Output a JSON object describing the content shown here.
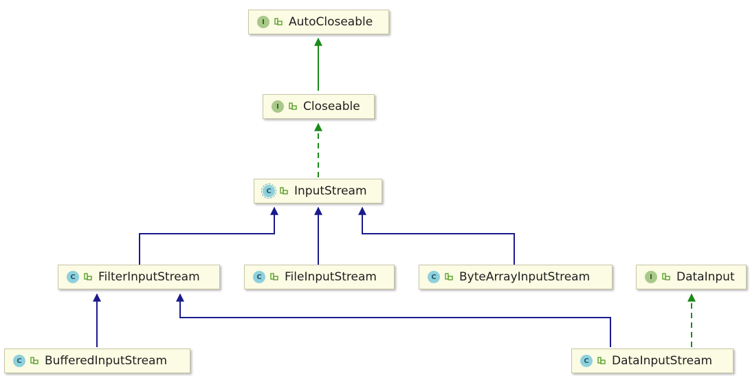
{
  "diagram": {
    "colors": {
      "node_fill": "#fcfbe4",
      "node_border": "#c6c4a4",
      "implements_edge": "#1a8a1a",
      "extends_edge": "#1a1a8c",
      "interface_badge": "#a8c98a",
      "class_badge": "#8fd0dc"
    },
    "nodes": [
      {
        "id": "autocloseable",
        "label": "AutoCloseable",
        "kind": "interface",
        "badge": "I",
        "access_icon": "public-icon"
      },
      {
        "id": "closeable",
        "label": "Closeable",
        "kind": "interface",
        "badge": "I",
        "access_icon": "public-icon"
      },
      {
        "id": "inputstream",
        "label": "InputStream",
        "kind": "abstract-class",
        "badge": "C",
        "access_icon": "public-icon"
      },
      {
        "id": "filterinputstream",
        "label": "FilterInputStream",
        "kind": "class",
        "badge": "C",
        "access_icon": "public-icon"
      },
      {
        "id": "fileinputstream",
        "label": "FileInputStream",
        "kind": "class",
        "badge": "C",
        "access_icon": "public-icon"
      },
      {
        "id": "bytearrayinputstream",
        "label": "ByteArrayInputStream",
        "kind": "class",
        "badge": "C",
        "access_icon": "public-icon"
      },
      {
        "id": "datainput",
        "label": "DataInput",
        "kind": "interface",
        "badge": "I",
        "access_icon": "public-icon"
      },
      {
        "id": "bufferedinputstream",
        "label": "BufferedInputStream",
        "kind": "class",
        "badge": "C",
        "access_icon": "public-icon"
      },
      {
        "id": "datainputstream",
        "label": "DataInputStream",
        "kind": "class",
        "badge": "C",
        "access_icon": "public-icon"
      }
    ],
    "edges": [
      {
        "from": "closeable",
        "to": "autocloseable",
        "relation": "extends-interface",
        "style": "solid-green"
      },
      {
        "from": "inputstream",
        "to": "closeable",
        "relation": "implements",
        "style": "dashed-green"
      },
      {
        "from": "filterinputstream",
        "to": "inputstream",
        "relation": "extends",
        "style": "solid-blue"
      },
      {
        "from": "fileinputstream",
        "to": "inputstream",
        "relation": "extends",
        "style": "solid-blue"
      },
      {
        "from": "bytearrayinputstream",
        "to": "inputstream",
        "relation": "extends",
        "style": "solid-blue"
      },
      {
        "from": "bufferedinputstream",
        "to": "filterinputstream",
        "relation": "extends",
        "style": "solid-blue"
      },
      {
        "from": "datainputstream",
        "to": "filterinputstream",
        "relation": "extends",
        "style": "solid-blue"
      },
      {
        "from": "datainputstream",
        "to": "datainput",
        "relation": "implements",
        "style": "dashed-green"
      }
    ]
  }
}
